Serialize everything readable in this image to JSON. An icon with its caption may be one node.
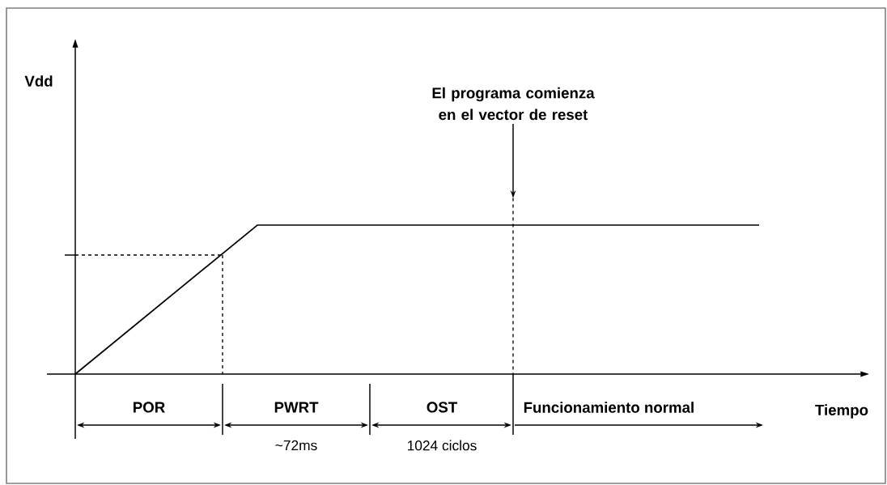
{
  "diagram": {
    "nodes": [
      {
        "text": [
          "El programa comienza en el vector de reset"
        ]
      },
      {
        "text": [],
        "shape": "line"
      }
    ],
    "edges": [
      {
        "from": 0,
        "to": 1,
        "arrow": "to"
      }
    ],
    "labels": [
      "Vdd",
      "POR",
      "PWRT",
      "OST",
      "Funcionamiento normal",
      "Tiempo",
      "~72ms",
      "1024 ciclos"
    ]
  }
}
